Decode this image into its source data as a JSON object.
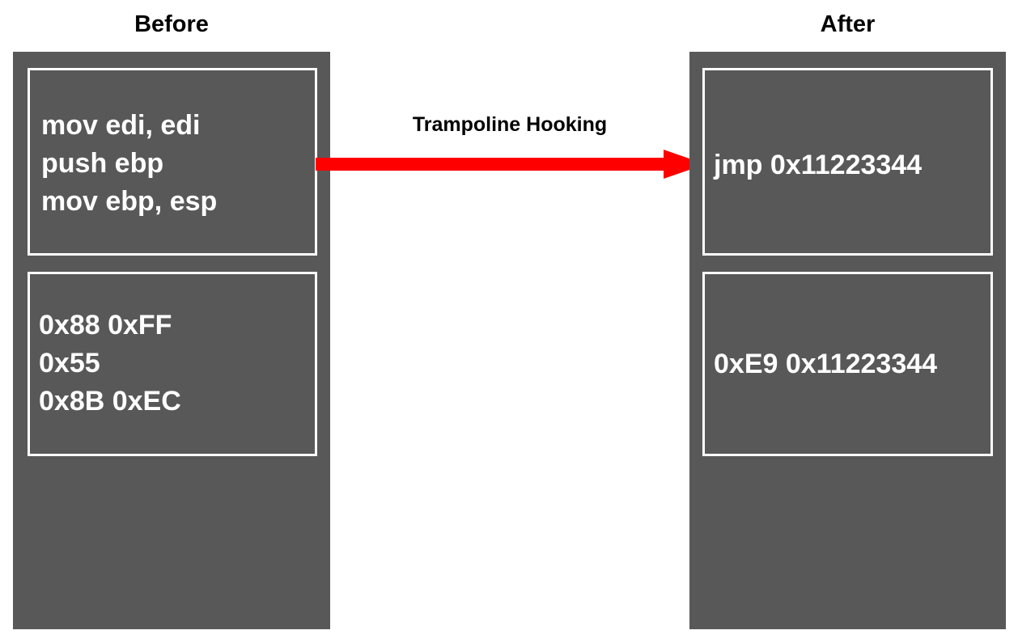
{
  "diagram": {
    "title": "Trampoline Hooking",
    "colors": {
      "panel_background": "#585858",
      "box_border": "#ffffff",
      "code_text": "#ffffff",
      "heading_text": "#000000",
      "arrow": "#ff0000",
      "page_background": "#ffffff"
    },
    "columns": [
      {
        "heading": "Before",
        "boxes": [
          {
            "name": "assembly",
            "lines": [
              "mov edi, edi",
              "push ebp",
              "mov ebp, esp"
            ]
          },
          {
            "name": "opcodes",
            "lines": [
              "0x88 0xFF",
              "0x55",
              "0x8B 0xEC"
            ]
          }
        ]
      },
      {
        "heading": "After",
        "boxes": [
          {
            "name": "assembly",
            "lines": [
              "jmp 0x11223344"
            ]
          },
          {
            "name": "opcodes",
            "lines": [
              "0xE9 0x11223344"
            ]
          }
        ]
      }
    ],
    "arrow": {
      "label": "Trampoline Hooking",
      "direction": "left-to-right"
    }
  }
}
